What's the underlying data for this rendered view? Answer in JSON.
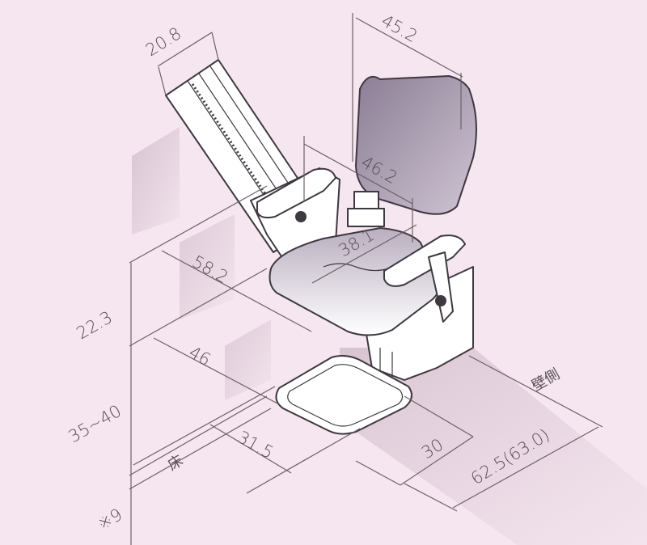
{
  "colors": {
    "background": "#f5e6ef",
    "wall_shade": "#dcc8d4",
    "seat_shade": "#a79aae",
    "line": "#6d6069"
  },
  "dimensions": {
    "rail_width": "20.8",
    "seat_back_width": "45.2",
    "armrest_width": "46.2",
    "seat_width": "38.1",
    "seat_depth": "58.2",
    "seat_height": "22.3",
    "chair_depth": "46",
    "floor_to_seat": "35~40",
    "footrest_depth": "31.5",
    "footrest_width": "30",
    "total_depth": "62.5(63.0)",
    "step_height": "※9"
  },
  "labels": {
    "floor": "床",
    "wall_side": "壁側"
  }
}
